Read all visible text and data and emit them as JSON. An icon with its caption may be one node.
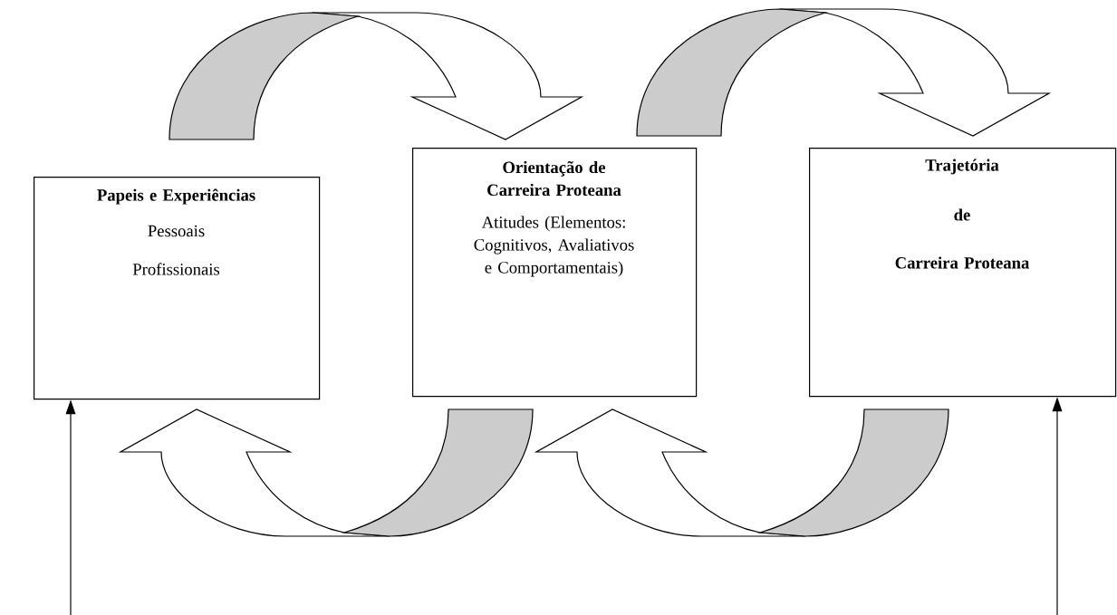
{
  "diagram": {
    "nodes": [
      {
        "text": [
          "Papeis e Experiências",
          "Pessoais",
          "Profissionais"
        ]
      },
      {
        "text": [
          "Orientação de Carreira Proteana",
          "Atitudes (Elementos: Cognitivos, Avaliativos e Comportamentais)"
        ]
      },
      {
        "text": [
          "Trajetória",
          "de",
          "Carreira Proteana"
        ]
      }
    ],
    "edges": [
      {
        "from": 0,
        "to": 1,
        "arrow": "to"
      },
      {
        "from": 1,
        "to": 2,
        "arrow": "to"
      },
      {
        "from": 1,
        "to": 0,
        "arrow": "to"
      },
      {
        "from": 2,
        "to": 1,
        "arrow": "to"
      },
      {
        "from": null,
        "to": 0,
        "arrow": "to"
      },
      {
        "from": null,
        "to": 2,
        "arrow": "to"
      }
    ]
  }
}
